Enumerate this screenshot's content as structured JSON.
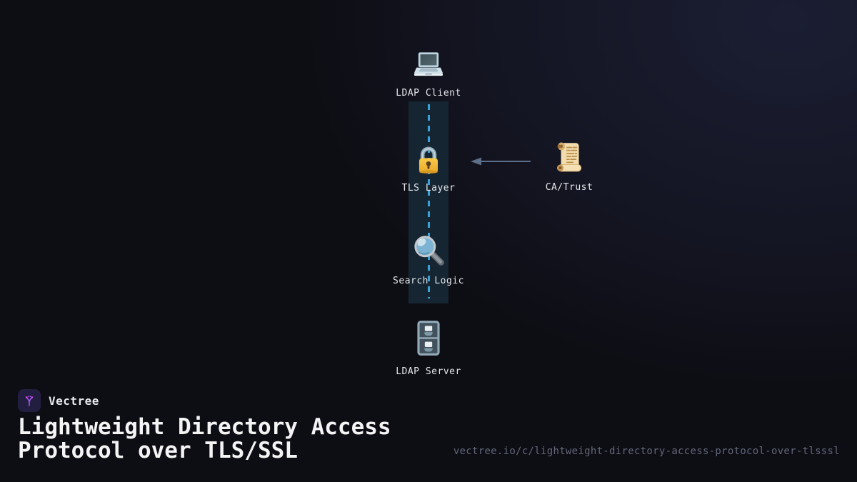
{
  "canvas": {
    "background_color": "#0d0d14",
    "glow_color": "#1b1e33",
    "band_color": "#152532",
    "flow_line_color": "#38a3db",
    "arrow_color": "#5d7089",
    "label_color": "#e3e7ea"
  },
  "diagram": {
    "nodes": [
      {
        "id": "ldap-client",
        "label": "LDAP Client",
        "icon": "laptop-icon"
      },
      {
        "id": "tls-layer",
        "label": "TLS Layer",
        "icon": "lock-icon"
      },
      {
        "id": "ca-trust",
        "label": "CA/Trust",
        "icon": "scroll-icon"
      },
      {
        "id": "search-logic",
        "label": "Search Logic",
        "icon": "magnifier-icon"
      },
      {
        "id": "ldap-server",
        "label": "LDAP Server",
        "icon": "file-cabinet-icon"
      }
    ],
    "edges": [
      {
        "from": "ldap-client",
        "to": "ldap-server",
        "style": "dashed-vertical-flow"
      },
      {
        "from": "ca-trust",
        "to": "tls-layer",
        "style": "solid-arrow-left"
      }
    ]
  },
  "footer": {
    "brand": "Vectree",
    "logo": {
      "bg": "#221e40",
      "icon_color": "#a855f7",
      "dot_color": "#d946ef"
    },
    "title": "Lightweight Directory Access Protocol over TLS/SSL",
    "url": "vectree.io/c/lightweight-directory-access-protocol-over-tlsssl"
  }
}
